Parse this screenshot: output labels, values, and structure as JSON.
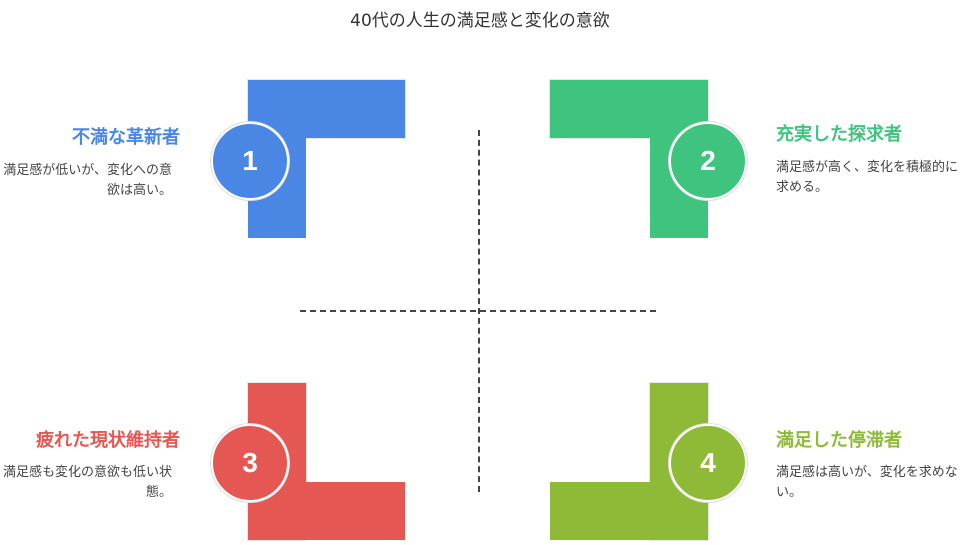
{
  "title": "40代の人生の満足感と変化の意欲",
  "colors": {
    "q1": "#4a86e4",
    "q2": "#3ec47f",
    "q3": "#e55752",
    "q4": "#8fba38"
  },
  "quadrants": [
    {
      "number": "1",
      "heading": "不満な革新者",
      "description": "満足感が低いが、変化への意欲は高い。"
    },
    {
      "number": "2",
      "heading": "充実した探求者",
      "description": "満足感が高く、変化を積極的に求める。"
    },
    {
      "number": "3",
      "heading": "疲れた現状維持者",
      "description": "満足感も変化の意欲も低い状態。"
    },
    {
      "number": "4",
      "heading": "満足した停滞者",
      "description": "満足感は高いが、変化を求めない。"
    }
  ]
}
